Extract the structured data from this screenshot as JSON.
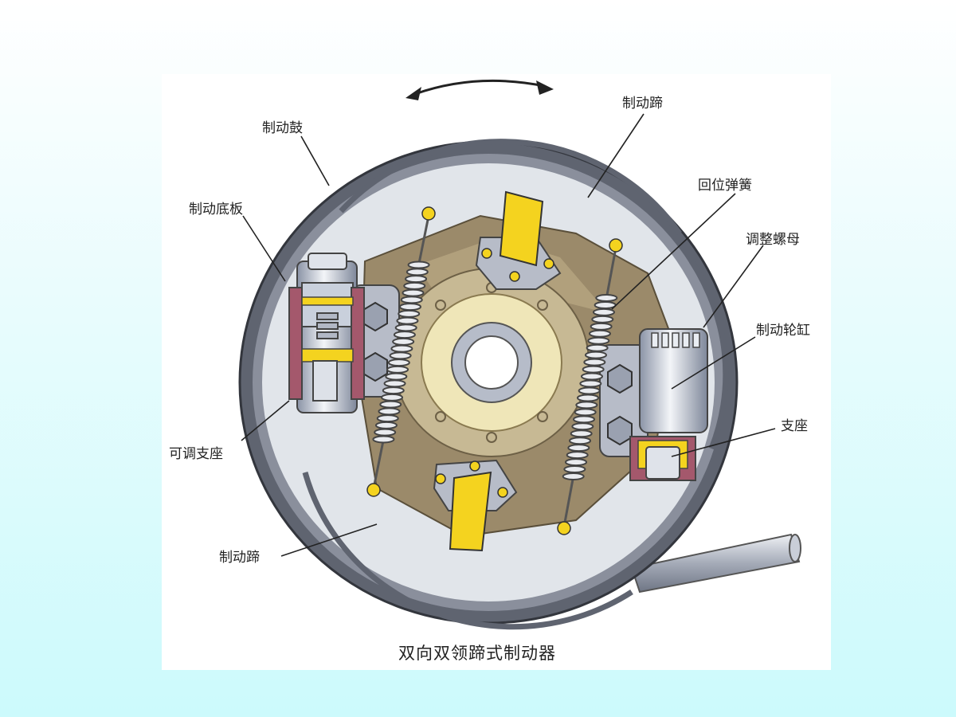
{
  "diagram": {
    "caption": "双向双领蹄式制动器",
    "labels": {
      "brake_shoe_top": "制动蹄",
      "brake_drum": "制动鼓",
      "return_spring": "回位弹簧",
      "backing_plate": "制动底板",
      "adjusting_nut": "调整螺母",
      "wheel_cylinder": "制动轮缸",
      "adjustable_support": "可调支座",
      "support": "支座",
      "brake_shoe_bottom": "制动蹄"
    },
    "rotation": "bidirectional"
  },
  "colors": {
    "background_top": "#ffffff",
    "background_bottom": "#ccfafc",
    "drum": "#5f6470",
    "shoe": "#dde3ea",
    "backing": "#9b8a6a",
    "hub": "#efe6b8",
    "yellow_part": "#f4d31f"
  }
}
